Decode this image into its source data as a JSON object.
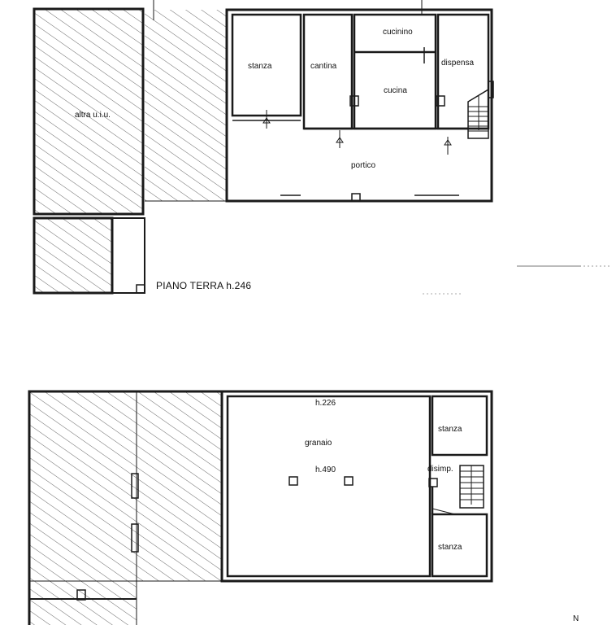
{
  "ground_floor": {
    "caption": "PIANO TERRA h.246",
    "rooms": {
      "altra_uiu": "altra u.i.u.",
      "stanza": "stanza",
      "cantina": "cantina",
      "cucinino": "cucinino",
      "cucina": "cucina",
      "dispensa": "dispensa",
      "portico": "portico"
    }
  },
  "first_floor": {
    "rooms": {
      "height_top": "h.226",
      "granaio": "granaio",
      "height_mid": "h.490",
      "stanza_top": "stanza",
      "disimp": "disimp.",
      "stanza_bottom": "stanza"
    }
  },
  "north_label": "N",
  "colors": {
    "line": "#1a1a1a",
    "hatch": "#555555",
    "paper": "#ffffff"
  }
}
